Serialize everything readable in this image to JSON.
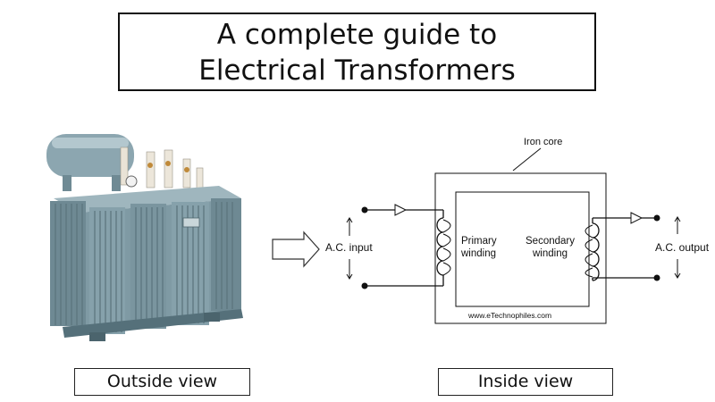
{
  "title": {
    "line1": "A complete guide to",
    "line2": "Electrical Transformers"
  },
  "captions": {
    "outside": "Outside view",
    "inside": "Inside view"
  },
  "diagram": {
    "iron_core_label": "Iron core",
    "input_label": "A.C. input",
    "output_label": "A.C. output",
    "primary_line1": "Primary",
    "primary_line2": "winding",
    "secondary_line1": "Secondary",
    "secondary_line2": "winding",
    "watermark": "www.eTechnophiles.com"
  },
  "colors": {
    "tank": "#7f9aa4",
    "tank_dark": "#5f7983",
    "tank_light": "#a9bfc7",
    "line": "#111111"
  }
}
